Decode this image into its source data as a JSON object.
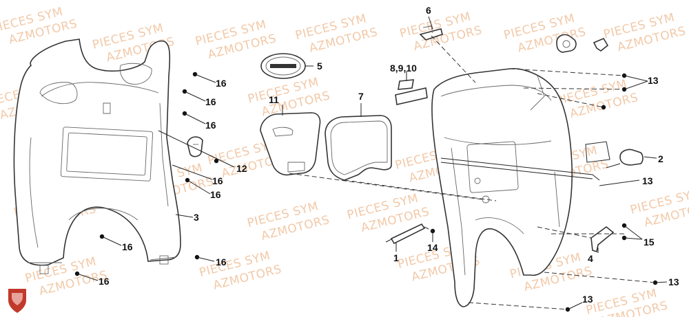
{
  "watermark": {
    "line1": "PIECES SYM",
    "line2": "AZMOTORS"
  },
  "callouts": {
    "c1": "1",
    "c2": "2",
    "c3": "3",
    "c4": "4",
    "c5": "5",
    "c6": "6",
    "c7": "7",
    "c8": "8,9,10",
    "c11": "11",
    "c12": "12",
    "c13a": "13",
    "c13b": "13",
    "c13c": "13",
    "c13d": "13",
    "c14": "14",
    "c15": "15",
    "c16a": "16",
    "c16b": "16",
    "c16c": "16",
    "c16d": "16",
    "c16e": "16",
    "c16f": "16",
    "c16g": "16",
    "c16h": "16"
  },
  "colors": {
    "watermark": "#f2c9a8",
    "logo": "#c0392b"
  }
}
